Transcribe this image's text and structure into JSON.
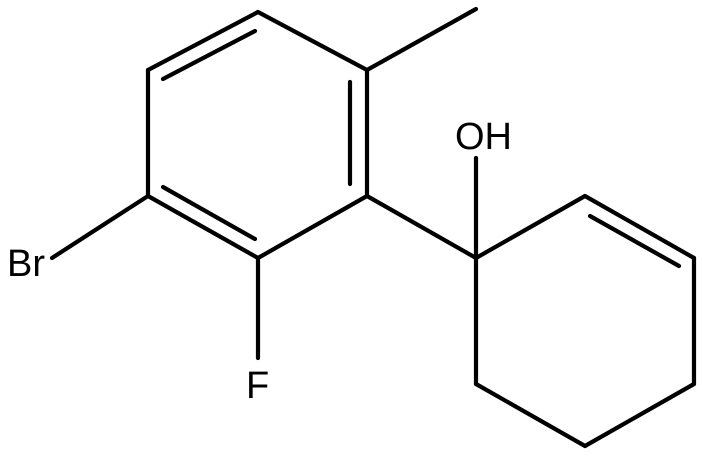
{
  "structure": {
    "atom_labels": {
      "hydroxyl": "OH",
      "bromine": "Br",
      "fluorine": "F"
    },
    "colors": {
      "bond": "#000000",
      "label": "#000000",
      "background": "#ffffff"
    }
  }
}
